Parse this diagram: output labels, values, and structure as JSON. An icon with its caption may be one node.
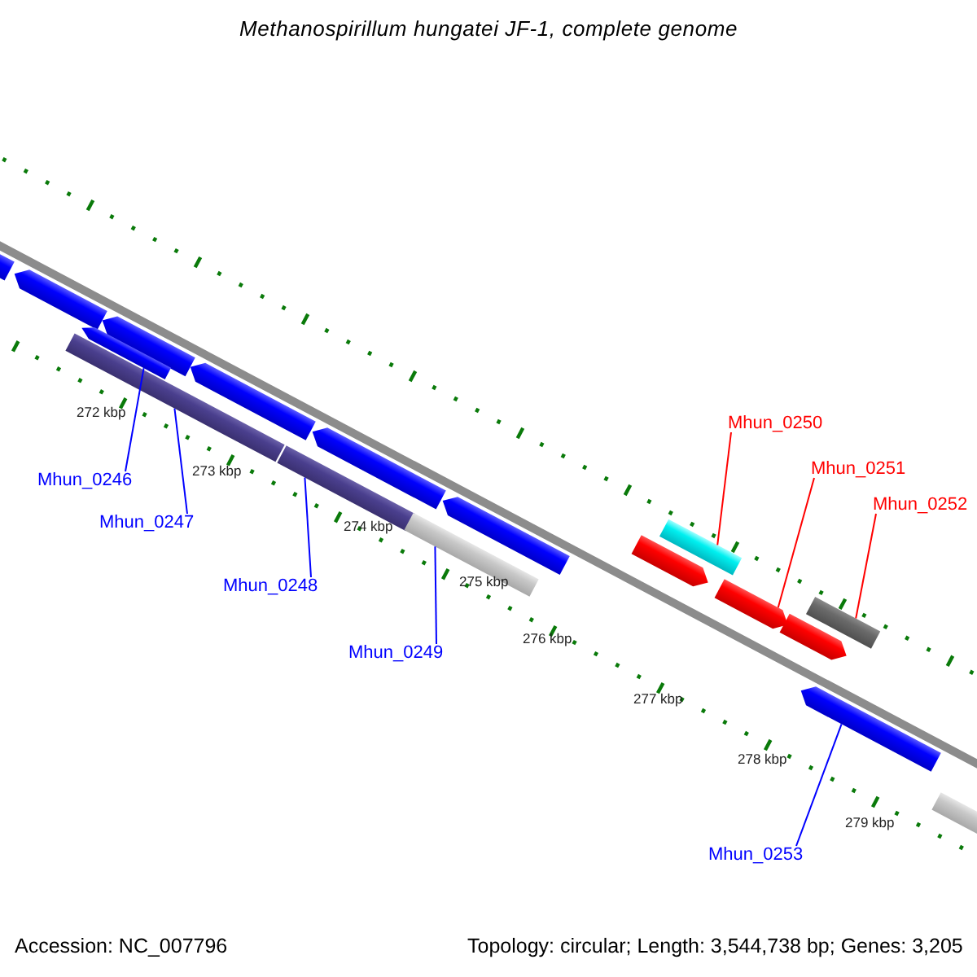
{
  "diagram": {
    "title": "Methanospirillum hungatei JF-1, complete genome",
    "nodes": [
      {
        "text": [
          "Mhun_0246"
        ]
      },
      {
        "text": [
          "Mhun_0247"
        ]
      },
      {
        "text": [
          "Mhun_0248"
        ]
      },
      {
        "text": [
          "Mhun_0249"
        ]
      },
      {
        "text": [
          "Mhun_0250"
        ]
      },
      {
        "text": [
          "Mhun_0251"
        ]
      },
      {
        "text": [
          "Mhun_0252"
        ]
      },
      {
        "text": [
          "Mhun_0253"
        ]
      },
      {
        "text": [],
        "shape": "pentagon"
      },
      {
        "text": [],
        "shape": "pentagon"
      },
      {
        "text": [],
        "shape": "pentagon"
      },
      {
        "text": [],
        "shape": "pentagon"
      },
      {
        "text": [],
        "shape": "bar"
      },
      {
        "text": [],
        "shape": "pentagon"
      },
      {
        "text": [],
        "shape": "bar"
      },
      {
        "text": [],
        "shape": "pentagon"
      },
      {
        "text": [],
        "shape": "bar"
      },
      {
        "text": [],
        "shape": "pentagon"
      },
      {
        "text": [],
        "shape": "pentagon"
      },
      {
        "text": [],
        "shape": "bar"
      },
      {
        "text": [],
        "shape": "pentagon"
      },
      {
        "text": [],
        "shape": "pentagon"
      },
      {
        "text": [],
        "shape": "bar"
      },
      {
        "text": [],
        "shape": "pentagon"
      },
      {
        "text": [],
        "shape": "bar"
      }
    ],
    "edges": [
      {
        "from": 0,
        "to": 11,
        "arrow": "none"
      },
      {
        "from": 1,
        "to": 12,
        "arrow": "none"
      },
      {
        "from": 2,
        "to": 14,
        "arrow": "none"
      },
      {
        "from": 3,
        "to": 16,
        "arrow": "none"
      },
      {
        "from": 4,
        "to": 19,
        "arrow": "none",
        "color": "#ff0000"
      },
      {
        "from": 5,
        "to": 20,
        "arrow": "none",
        "color": "#ff0000"
      },
      {
        "from": 6,
        "to": 22,
        "arrow": "none",
        "color": "#ff0000"
      },
      {
        "from": 7,
        "to": 23,
        "arrow": "none"
      }
    ],
    "labels": [
      "272 kbp",
      "273 kbp",
      "274 kbp",
      "275 kbp",
      "276 kbp",
      "277 kbp",
      "278 kbp",
      "279 kbp",
      "Accession: NC_007796",
      "Topology: circular; Length: 3,544,738 bp; Genes: 3,205"
    ]
  }
}
